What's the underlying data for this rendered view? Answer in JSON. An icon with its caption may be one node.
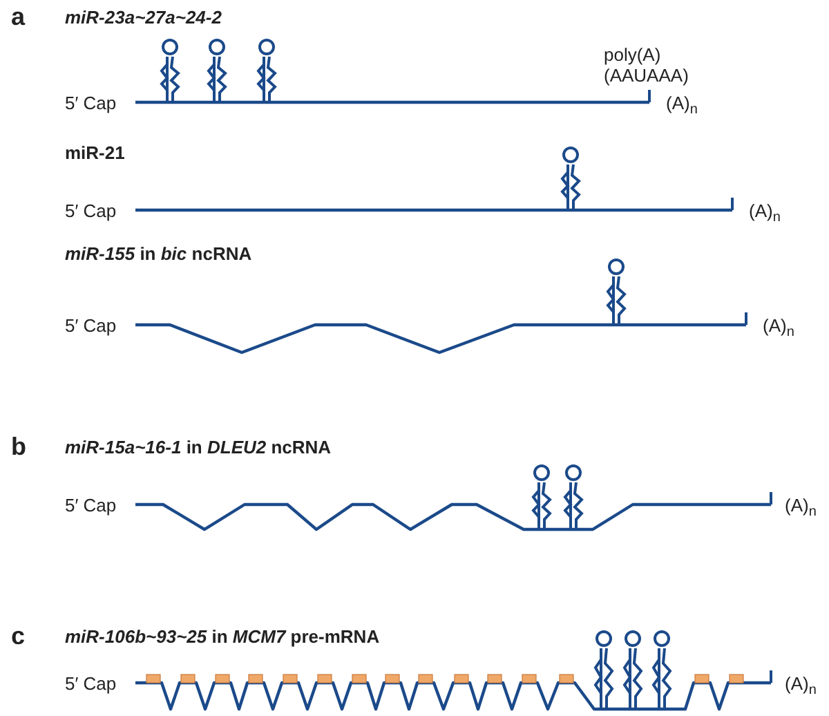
{
  "diagram": {
    "labels": [
      "a",
      "miR-23a~27a~24-2",
      "poly(A) (AAUAAA)",
      "5′ Cap",
      "(A)$_{n}$",
      "miR-21",
      "5′ Cap",
      "(A)$_{n}$",
      "*miR-155* in *bic* ncRNA",
      "5′ Cap",
      "(A)$_{n}$",
      "b",
      "*miR-15a~16-1* in *DLEU2* ncRNA",
      "5′ Cap",
      "(A)$_{n}$",
      "c",
      "*miR-106b~93~25* in *MCM7* pre-mRNA",
      "5′ Cap",
      "(A)$_{n}$"
    ]
  }
}
